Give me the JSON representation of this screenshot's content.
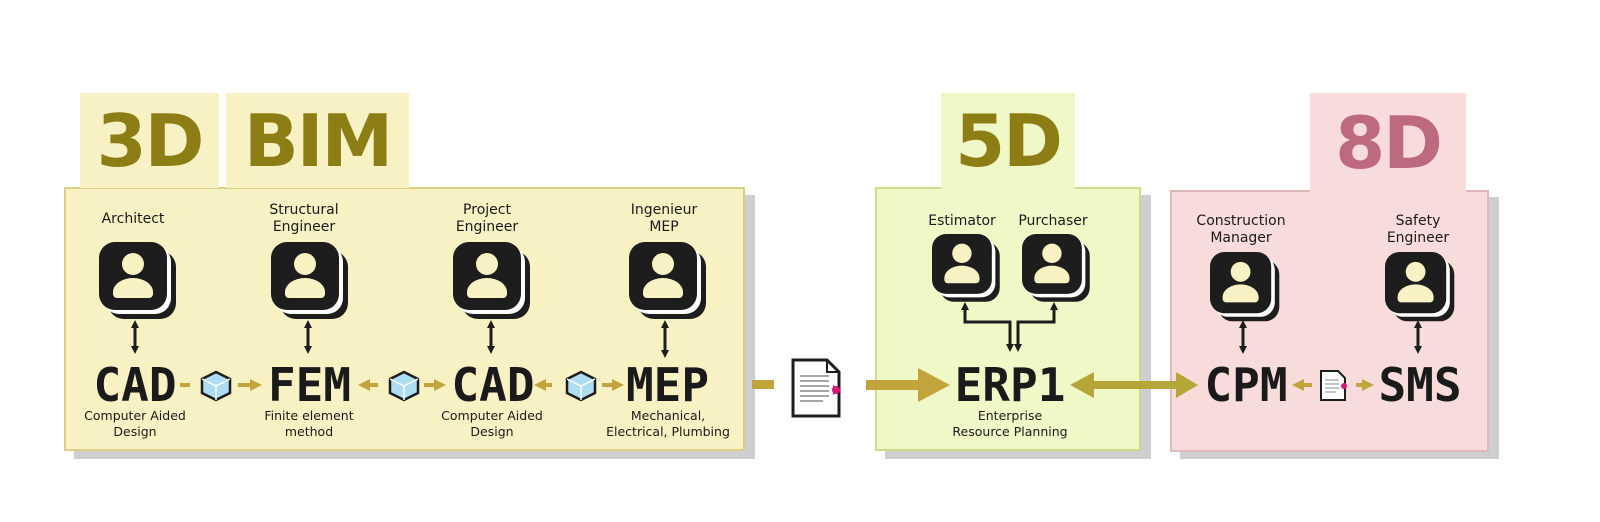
{
  "tabs": {
    "d3": "3D",
    "bim": "BIM",
    "d5": "5D",
    "d8": "8D"
  },
  "roles": {
    "architect": "Architect",
    "structural": "Structural\nEngineer",
    "project": "Project\nEngineer",
    "mep_eng": "Ingenieur\nMEP",
    "estimator": "Estimator",
    "purchaser": "Purchaser",
    "cm": "Construction\nManager",
    "safety": "Safety\nEngineer"
  },
  "systems": {
    "cad1": {
      "code": "CAD",
      "desc": "Computer Aided\nDesign"
    },
    "fem": {
      "code": "FEM",
      "desc": "Finite element\nmethod"
    },
    "cad2": {
      "code": "CAD",
      "desc": "Computer Aided\nDesign"
    },
    "mep": {
      "code": "MEP",
      "desc": "Mechanical,\nElectrical, Plumbing"
    },
    "erp": {
      "code": "ERP1",
      "desc": "Enterprise\nResource Planning"
    },
    "cpm": {
      "code": "CPM"
    },
    "sms": {
      "code": "SMS"
    }
  },
  "colors": {
    "bim_fill": "#f8f1c4",
    "bim_border": "#d9cf85",
    "d5_fill": "#f1f8c8",
    "d5_border": "#d2d88a",
    "d8_fill": "#f7dcdb",
    "d8_border": "#e0b8b7",
    "olive_text": "#8c7e14",
    "pink_text": "#bd6a80",
    "arrow_gold": "#c2a43c",
    "arrow_olive": "#b5a63a",
    "icon_dark": "#1d1d1d"
  }
}
